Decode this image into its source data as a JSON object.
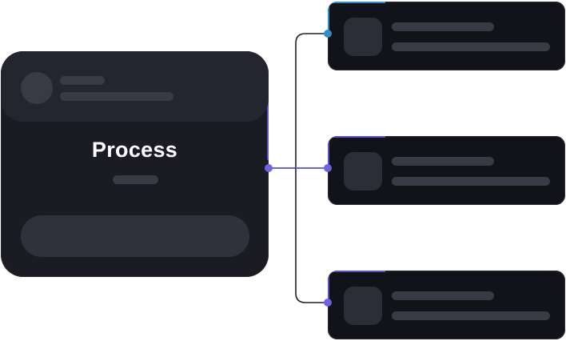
{
  "process_node": {
    "title": "Process"
  },
  "output_nodes": [
    {
      "id": "top"
    },
    {
      "id": "middle"
    },
    {
      "id": "bottom"
    }
  ],
  "colors": {
    "accent": "#6c63e6",
    "accent_teal": "#2f8fc9",
    "card_dark": "#1b1b24",
    "card_header": "#25252f",
    "output_card": "#121219",
    "placeholder": "#3a3a45",
    "connector": "#1f1f2a"
  }
}
